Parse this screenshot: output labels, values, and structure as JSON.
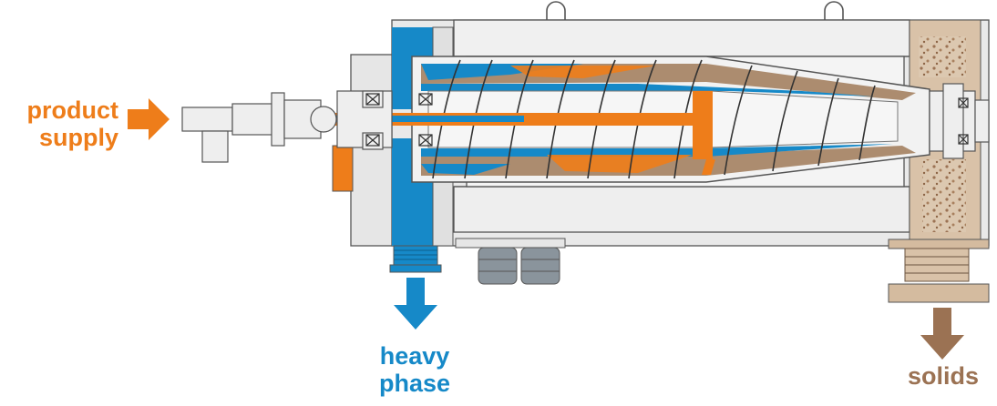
{
  "labels": {
    "product_supply": [
      "product",
      "supply"
    ],
    "heavy_phase": [
      "heavy",
      "phase"
    ],
    "solids": "solids"
  },
  "colors": {
    "product": "#ee7d1a",
    "heavy_phase": "#1689c8",
    "solids": "#9b7253",
    "solids_light": "#d8c1a7",
    "casing": "#e4e4e4",
    "outline": "#555555"
  },
  "icons": {
    "product_arrow": "arrow-right-icon",
    "heavy_arrow": "arrow-down-icon",
    "solids_arrow": "arrow-down-icon"
  }
}
